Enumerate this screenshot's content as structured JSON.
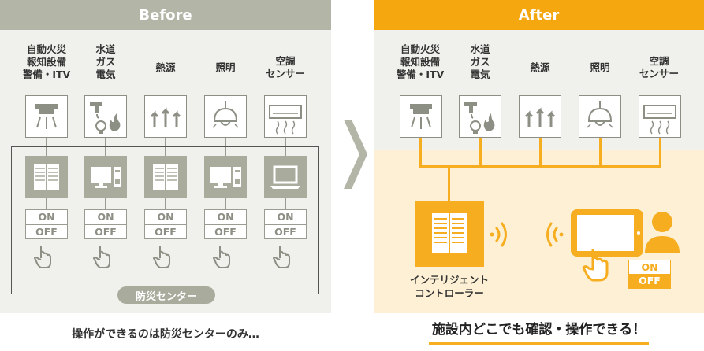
{
  "before": {
    "header": "Before",
    "categories": [
      "自動火災\n報知設備\n警備・ITV",
      "水道\nガス\n電気",
      "熱源",
      "照明",
      "空調\nセンサー"
    ],
    "on_label": "ON",
    "off_label": "OFF",
    "center_label": "防災センター",
    "caption": "操作ができるのは防災センターのみ…"
  },
  "after": {
    "header": "After",
    "categories": [
      "自動火災\n報知設備\n警備・ITV",
      "水道\nガス\n電気",
      "熱源",
      "照明",
      "空調\nセンサー"
    ],
    "controller_label": "インテリジェント\nコントローラー",
    "on_label": "ON",
    "off_label": "OFF",
    "caption": "施設内どこでも確認・操作できる！"
  },
  "colors": {
    "before_header": "#b3b5a7",
    "after_header": "#f5a70f",
    "panel_bg": "#f0f0ec",
    "after_lower_bg": "#fdf0d5",
    "device_gray": "#a9ab9c",
    "accent_orange": "#f6ad1f"
  }
}
